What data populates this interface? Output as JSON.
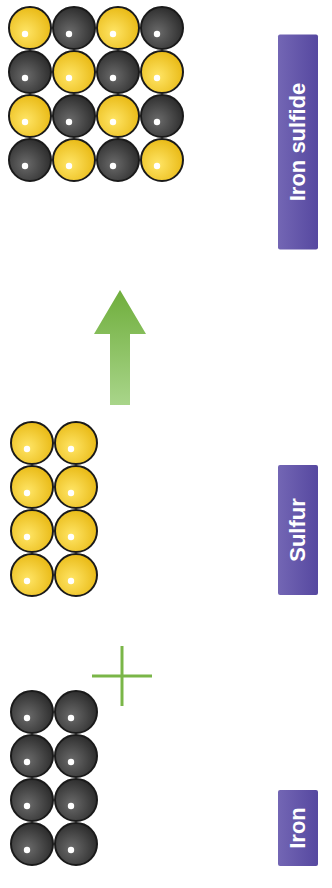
{
  "diagram": {
    "nodes": [
      {
        "text": [
          "Iron"
        ]
      },
      {
        "text": [
          "Sulfur"
        ]
      },
      {
        "text": [
          "Iron sulfide"
        ]
      }
    ]
  }
}
